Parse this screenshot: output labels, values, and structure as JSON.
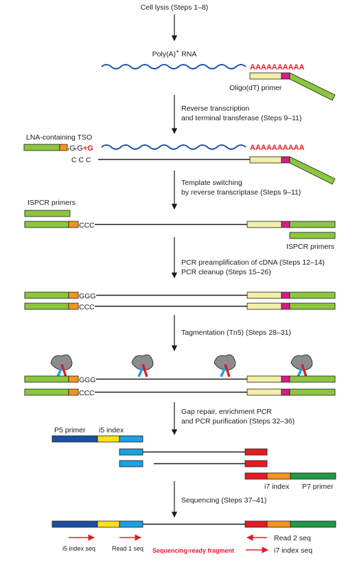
{
  "colors": {
    "green": "#8cc63f",
    "yellow_light": "#f2f0a8",
    "magenta": "#d81b8c",
    "orange": "#f7941d",
    "blue_rna": "#1f4fa8",
    "red": "#e51b24",
    "dark_blue": "#1b4fa2",
    "cyan": "#1ba1e2",
    "yellow": "#ffe21a",
    "dark_green": "#1e9a46",
    "gray": "#8c8c8c",
    "black": "#1a1a1a"
  },
  "steps": {
    "cell_lysis": "Cell lysis (Steps 1–8)",
    "polya_prefix": "Poly(A)",
    "polya_sup": "+",
    "polya_suffix": " RNA",
    "poly_a_tail": "AAAAAAAAAA",
    "oligo_dt": "Oligo(dT) primer",
    "rt_line1": "Reverse transcription",
    "rt_line2": "and terminal transferase (Steps 9–11)",
    "tso_label": "LNA-containing TSO",
    "tso_r1": "r",
    "tso_g1": "G",
    "tso_r2": "r",
    "tso_g2": "G",
    "tso_plus": "+",
    "tso_g3": "G",
    "ccc_spaced": "C C C",
    "ts_line1": "Template switching",
    "ts_line2": "by reverse transcriptase (Steps 9–11)",
    "ispcr_primers": "ISPCR primers",
    "ccc": "CCC",
    "ggg": "GGG",
    "pcr_line1": "PCR preamplification of cDNA (Steps 12–14)",
    "pcr_line2": "PCR cleanup (Steps 15–26)",
    "tagmentation": "Tagmentation (Tn5) (Steps 28–31)",
    "gap_line1": "Gap repair, enrichment PCR",
    "gap_line2": "and PCR purification (Steps 32–36)",
    "p5_primer": "P5 primer",
    "i5_index": "i5 index",
    "i7_index": "i7 index",
    "p7_primer": "P7 primer",
    "sequencing": "Sequencing (Steps 37–41)",
    "i5_index_seq": "i5 index seq",
    "read1_seq": "Read 1 seq",
    "read2_seq": "Read 2 seq",
    "i7_index_seq": "i7 index seq",
    "sequencing_ready": "Sequencing-ready fragment"
  }
}
